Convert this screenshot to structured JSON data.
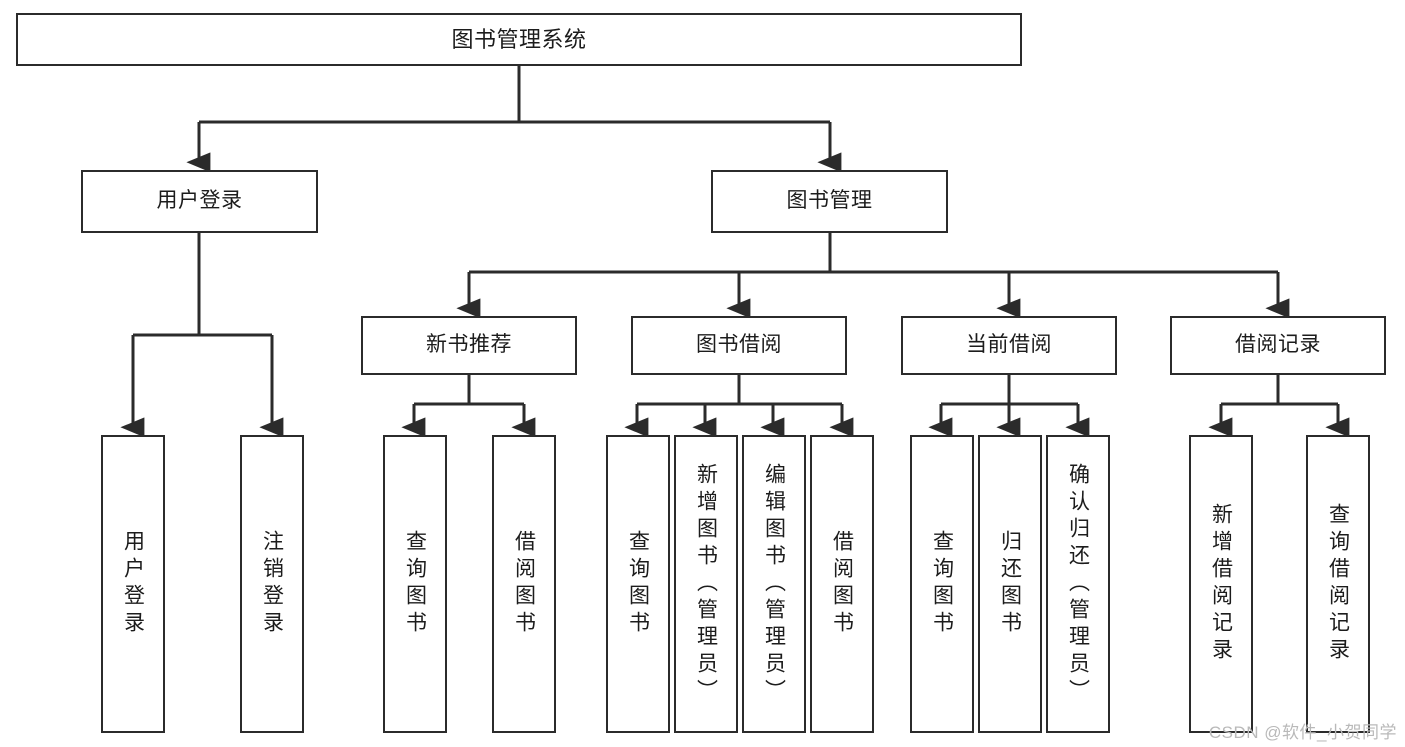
{
  "diagram": {
    "title": "图书管理系统",
    "type": "tree-hierarchy-chart",
    "watermark": "CSDN @软件_小贺同学",
    "colors": {
      "node_border": "#2b2b2b",
      "node_fill": "#ffffff",
      "edge": "#2b2b2b",
      "text": "#1c1c1c",
      "watermark": "#b9b9b9",
      "background": "#ffffff"
    },
    "nodes": {
      "root": {
        "label": "图书管理系统"
      },
      "level2": [
        {
          "id": "user-login",
          "label": "用户登录"
        },
        {
          "id": "book-management",
          "label": "图书管理"
        }
      ],
      "level3": [
        {
          "id": "new-book-recommend",
          "label": "新书推荐"
        },
        {
          "id": "book-borrow",
          "label": "图书借阅"
        },
        {
          "id": "current-borrow",
          "label": "当前借阅"
        },
        {
          "id": "borrow-record",
          "label": "借阅记录"
        }
      ],
      "leaves": {
        "user-login": [
          {
            "id": "leaf-user-login",
            "label": "用户登录"
          },
          {
            "id": "leaf-logout-login",
            "label": "注销登录"
          }
        ],
        "new-book-recommend": [
          {
            "id": "leaf-query-book-1",
            "label": "查询图书"
          },
          {
            "id": "leaf-borrow-book-1",
            "label": "借阅图书"
          }
        ],
        "book-borrow": [
          {
            "id": "leaf-query-book-2",
            "label": "查询图书"
          },
          {
            "id": "leaf-add-book",
            "label": "新增图书（管理员）"
          },
          {
            "id": "leaf-edit-book",
            "label": "编辑图书（管理员）"
          },
          {
            "id": "leaf-borrow-book-2",
            "label": "借阅图书"
          }
        ],
        "current-borrow": [
          {
            "id": "leaf-query-book-3",
            "label": "查询图书"
          },
          {
            "id": "leaf-return-book",
            "label": "归还图书"
          },
          {
            "id": "leaf-confirm-return",
            "label": "确认归还（管理员）"
          }
        ],
        "borrow-record": [
          {
            "id": "leaf-add-record",
            "label": "新增借阅记录"
          },
          {
            "id": "leaf-query-record",
            "label": "查询借阅记录"
          }
        ]
      }
    }
  }
}
